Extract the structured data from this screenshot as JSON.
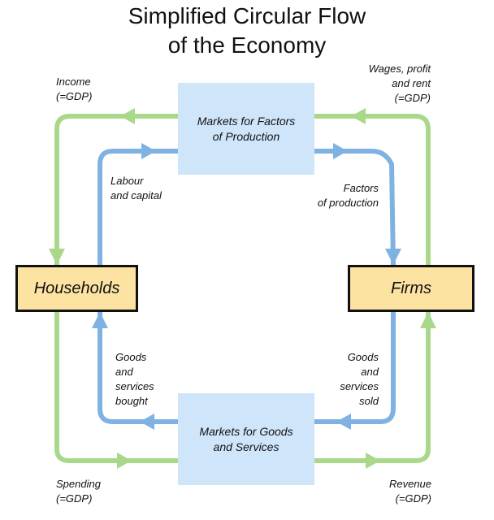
{
  "title": {
    "line1": "Simplified Circular Flow",
    "line2": "of the Economy"
  },
  "nodes": {
    "factor_market": {
      "line1": "Markets for Factors",
      "line2": "of Production"
    },
    "goods_market": {
      "line1": "Markets for Goods",
      "line2": "and Services"
    },
    "households": "Households",
    "firms": "Firms"
  },
  "flow_labels": {
    "income": {
      "line1": "Income",
      "line2": "(=GDP)"
    },
    "wages": {
      "line1": "Wages, profit",
      "line2": "and rent",
      "line3": "(=GDP)"
    },
    "labour": {
      "line1": "Labour",
      "line2": "and capital"
    },
    "factors": {
      "line1": "Factors",
      "line2": "of production"
    },
    "goods_bought": {
      "line1": "Goods",
      "line2": "and",
      "line3": "services",
      "line4": "bought"
    },
    "goods_sold": {
      "line1": "Goods",
      "line2": "and",
      "line3": "services",
      "line4": "sold"
    },
    "spending": {
      "line1": "Spending",
      "line2": "(=GDP)"
    },
    "revenue": {
      "line1": "Revenue",
      "line2": "(=GDP)"
    }
  },
  "colors": {
    "money_flow": "#a9d88a",
    "real_flow": "#7fb2e3",
    "market_fill": "#cfe5fa",
    "actor_fill": "#fde3a1"
  }
}
